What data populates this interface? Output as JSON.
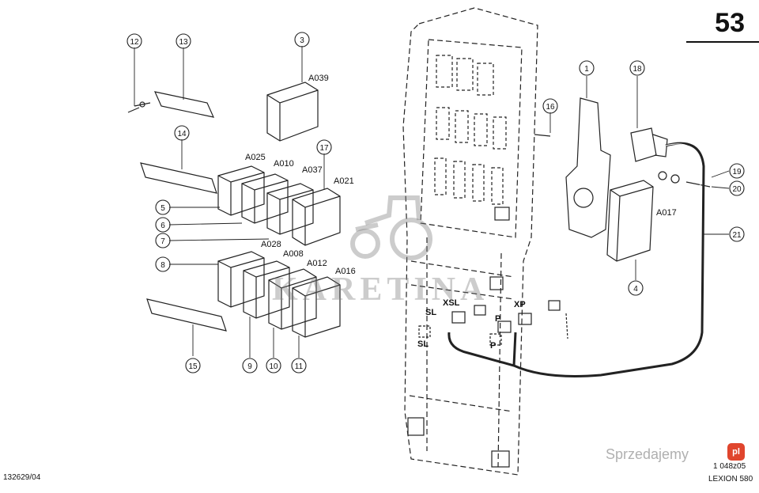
{
  "page_number": "53",
  "footer": {
    "drawing_id": "132629/04",
    "ref": "1 048z05",
    "model": "LEXION 580"
  },
  "watermark": {
    "text": "KARETINA",
    "site": "Sprzedajemy",
    "site_badge": "pl"
  },
  "callouts": [
    "1",
    "3",
    "4",
    "5",
    "6",
    "7",
    "8",
    "9",
    "10",
    "11",
    "12",
    "13",
    "14",
    "15",
    "16",
    "17",
    "18",
    "19",
    "20",
    "21"
  ],
  "module_labels": [
    "A039",
    "A025",
    "A010",
    "A037",
    "A021",
    "A028",
    "A008",
    "A012",
    "A016",
    "A017"
  ],
  "connector_labels": [
    "XSL",
    "SL",
    "SL",
    "XP",
    "P",
    "P"
  ]
}
